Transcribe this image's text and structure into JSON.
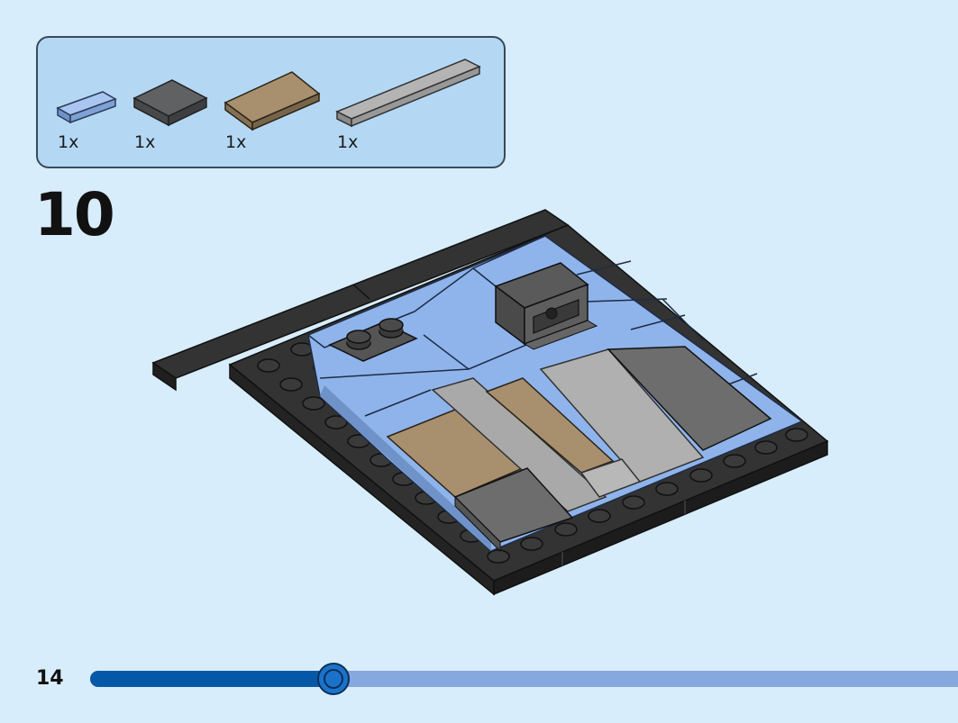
{
  "parts_list": [
    {
      "name": "tile-1x2-medium-blue",
      "color": "#8fb4ec",
      "quantity": "1x"
    },
    {
      "name": "tile-2x2-dark-gray",
      "color": "#5f6163",
      "quantity": "1x"
    },
    {
      "name": "tile-2x4-tan",
      "color": "#a8906f",
      "quantity": "1x"
    },
    {
      "name": "tile-1x6-light-gray",
      "color": "#a9a9a9",
      "quantity": "1x"
    }
  ],
  "step": {
    "number": "10"
  },
  "page": {
    "number": "14"
  },
  "progress": {
    "fraction": 0.28
  },
  "colors": {
    "background": "#d7edfb",
    "parts_box": "#b4d8f4",
    "progress_fill": "#0558a8",
    "progress_track": "#86a8de",
    "baseplate": "#2b2b2b",
    "medium_blue": "#8fb4ec",
    "tan": "#a8906f",
    "light_gray": "#a9a9a9",
    "dark_gray": "#6d6d6d"
  }
}
